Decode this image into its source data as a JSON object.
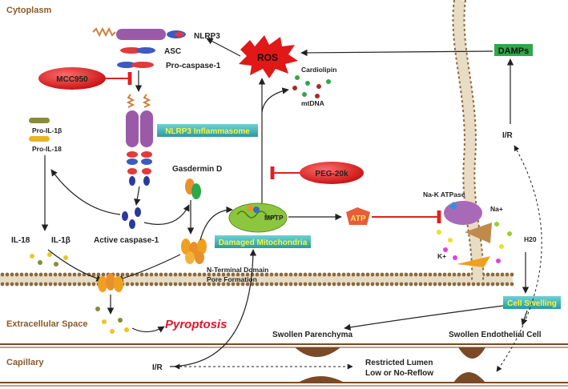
{
  "regions": {
    "cytoplasm": "Cytoplasm",
    "extracellular": "Extracellular Space",
    "capillary": "Capillary"
  },
  "labels": {
    "nlrp3": "NLRP3",
    "asc": "ASC",
    "pro_caspase": "Pro-caspase-1",
    "mcc950": "MCC950",
    "ros": "ROS",
    "damps": "DAMPs",
    "cardiolipin": "Cardiolipin",
    "mtdna": "mtDNA",
    "pro_il1b": "Pro-IL-1β",
    "pro_il18": "Pro-IL-18",
    "inflammasome": "NLRP3 Inflammasome",
    "gasdermin": "Gasdermin D",
    "peg": "PEG-20k",
    "ir_right": "I/R",
    "nak": "Na-K  ATPase",
    "na": "Na+",
    "h2o": "H20",
    "k": "K+",
    "mptp": "MPTP",
    "atp": "ATP",
    "damaged_mito": "Damaged Mitochondria",
    "il18": "IL-18",
    "il1b": "IL-1β",
    "active_caspase": "Active caspase-1",
    "nterm_line1": "N-Terminal Domain",
    "nterm_line2": "Pore Formation",
    "cell_swelling": "Cell Swelling",
    "pyroptosis": "Pyroptosis",
    "swollen_parenchyma": "Swollen Parenchyma",
    "swollen_endothelial": "Swollen Endothelial Cell",
    "ir_bottom": "I/R",
    "restricted_line1": "Restricted Lumen",
    "restricted_line2": "Low or No-Reflow"
  },
  "colors": {
    "region_text": "#8a5a2b",
    "membrane": "#8b6a40",
    "inhibitor_red": "#e02020",
    "green_box": "#2ea84a",
    "teal_box": "#3fb3b8",
    "nlrp3_purple": "#9b5aa8",
    "ros_red": "#e01818",
    "atp_fill": "#e65c3c",
    "pyroptosis_red": "#e0162b",
    "mito_green": "#8cc63f",
    "capillary_brown": "#7a4a26"
  }
}
